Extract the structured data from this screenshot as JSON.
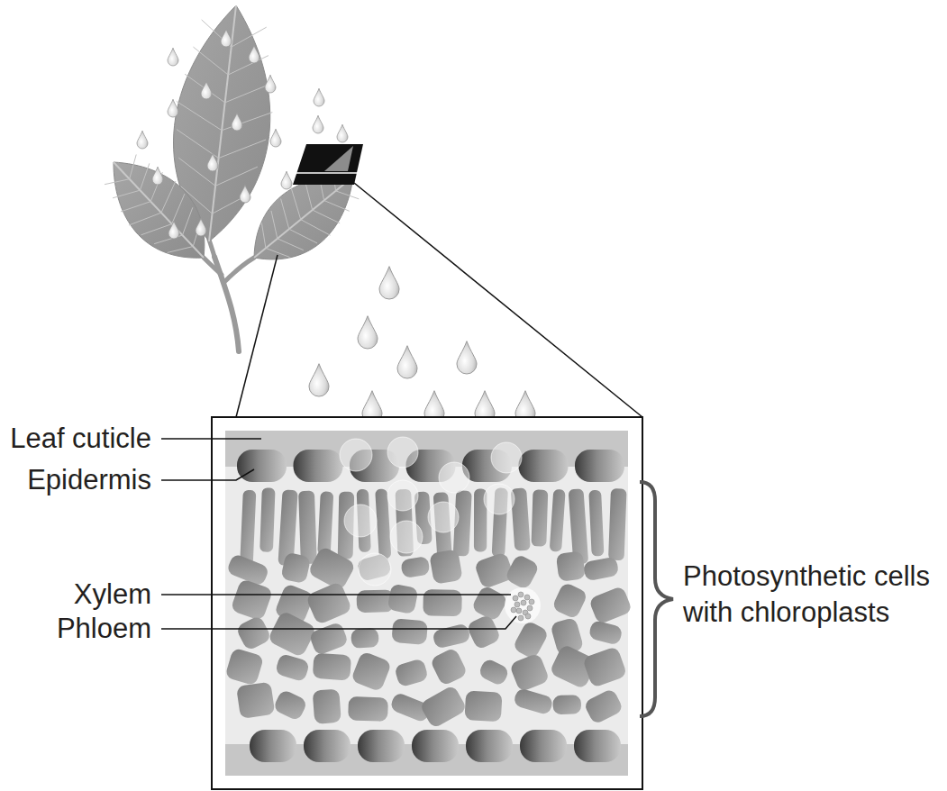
{
  "diagram": {
    "labels": [
      "Leaf cuticle",
      "Epidermis",
      "Xylem",
      "Phloem",
      "Photosynthetic cells with chloroplasts"
    ]
  }
}
